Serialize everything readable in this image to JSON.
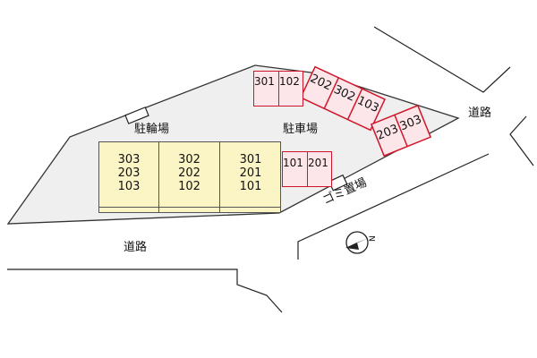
{
  "labels": {
    "bicycle_parking": "駐輪場",
    "car_parking": "駐車場",
    "garbage_area": "ゴミ置場",
    "road_left": "道路",
    "road_right": "道路",
    "north": "N"
  },
  "building": {
    "columns": [
      [
        "303",
        "203",
        "103"
      ],
      [
        "302",
        "202",
        "102"
      ],
      [
        "301",
        "201",
        "101"
      ]
    ]
  },
  "parking_groups": [
    [
      "301",
      "102"
    ],
    [
      "202",
      "302",
      "103"
    ],
    [
      "203",
      "303"
    ],
    [
      "101",
      "201"
    ]
  ],
  "colors": {
    "lot_fill": "#efefef",
    "building_fill": "#fbf5c6",
    "parking_fill": "#fde6ea",
    "parking_border": "#d0152a",
    "road_line": "#222222"
  }
}
